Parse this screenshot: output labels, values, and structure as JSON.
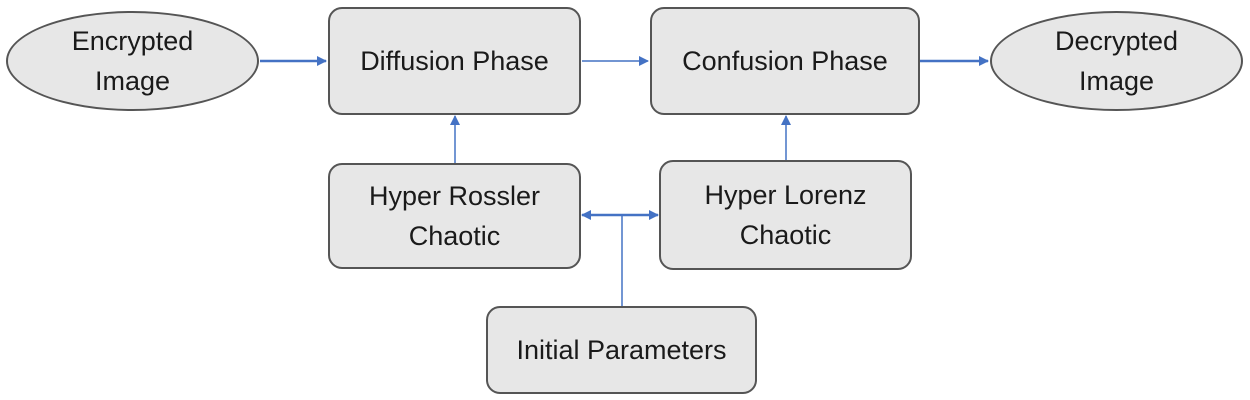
{
  "colors": {
    "node_fill": "#e7e7e7",
    "node_border": "#555555",
    "arrow": "#4472c4",
    "text": "#1a1a1a"
  },
  "nodes": {
    "encrypted_image": {
      "lines": [
        "Encrypted",
        "Image"
      ]
    },
    "diffusion_phase": {
      "lines": [
        "Diffusion Phase"
      ]
    },
    "confusion_phase": {
      "lines": [
        "Confusion Phase"
      ]
    },
    "decrypted_image": {
      "lines": [
        "Decrypted",
        "Image"
      ]
    },
    "hyper_rossler": {
      "lines": [
        "Hyper Rossler",
        "Chaotic"
      ]
    },
    "hyper_lorenz": {
      "lines": [
        "Hyper Lorenz",
        "Chaotic"
      ]
    },
    "initial_parameters": {
      "lines": [
        "Initial Parameters"
      ]
    }
  },
  "edges": [
    {
      "from": "encrypted_image",
      "to": "diffusion_phase"
    },
    {
      "from": "diffusion_phase",
      "to": "confusion_phase"
    },
    {
      "from": "confusion_phase",
      "to": "decrypted_image"
    },
    {
      "from": "hyper_rossler",
      "to": "diffusion_phase"
    },
    {
      "from": "hyper_lorenz",
      "to": "confusion_phase"
    },
    {
      "from": "initial_parameters",
      "to": "hyper_rossler"
    },
    {
      "from": "initial_parameters",
      "to": "hyper_lorenz"
    }
  ]
}
